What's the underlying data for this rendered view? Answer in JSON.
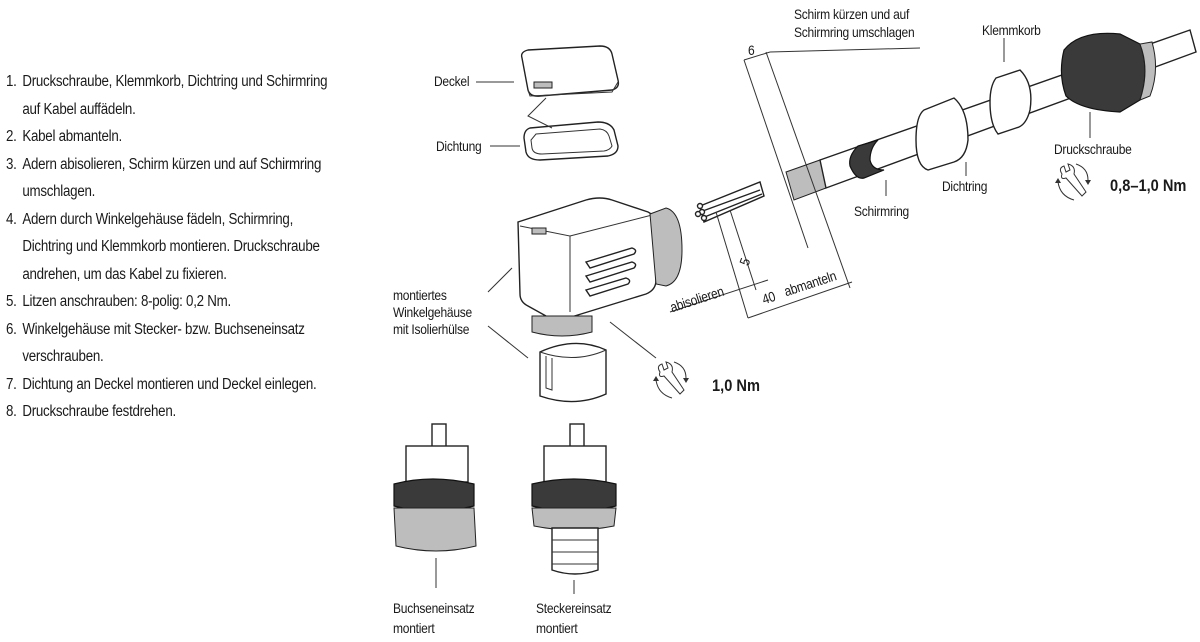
{
  "instructions": [
    {
      "num": "1.",
      "lines": [
        "Druckschraube, Klemmkorb, Dichtring und Schirmring",
        "auf Kabel auffädeln."
      ]
    },
    {
      "num": "2.",
      "lines": [
        "Kabel abmanteln."
      ]
    },
    {
      "num": "3.",
      "lines": [
        "Adern abisolieren, Schirm kürzen und auf Schirmring",
        "umschlagen."
      ]
    },
    {
      "num": "4.",
      "lines": [
        "Adern durch Winkelgehäuse fädeln, Schirmring,",
        "Dichtring und Klemmkorb montieren. Druckschraube",
        "andrehen, um das Kabel zu fixieren."
      ]
    },
    {
      "num": "5.",
      "lines": [
        "Litzen anschrauben: 8-polig: 0,2 Nm."
      ]
    },
    {
      "num": "6.",
      "lines": [
        "Winkelgehäuse mit Stecker- bzw. Buchseneinsatz",
        "verschrauben."
      ]
    },
    {
      "num": "7.",
      "lines": [
        "Dichtung an Deckel montieren und Deckel einlegen."
      ]
    },
    {
      "num": "8.",
      "lines": [
        "Druckschraube festdrehen."
      ]
    }
  ],
  "labels": {
    "deckel": "Deckel",
    "dichtung": "Dichtung",
    "schirm_kuerzen": [
      "Schirm kürzen und auf",
      "Schirmring umschlagen"
    ],
    "klemmkorb": "Klemmkorb",
    "druckschraube": "Druckschraube",
    "dichtring": "Dichtring",
    "schirmring": "Schirmring",
    "winkelgehaeuse": [
      "montiertes",
      "Winkelgehäuse",
      "mit Isolierhülse"
    ],
    "buchseneinsatz": [
      "Buchseneinsatz",
      "montiert"
    ],
    "steckereinsatz": [
      "Steckereinsatz",
      "montiert"
    ]
  },
  "dimensions": {
    "shield_length": "6",
    "strip_length": "5",
    "strip_label": "abisolieren",
    "jacket_length": "40",
    "jacket_label": "abmanteln"
  },
  "torques": {
    "druckschraube": "0,8–1,0 Nm",
    "housing": "1,0 Nm"
  }
}
